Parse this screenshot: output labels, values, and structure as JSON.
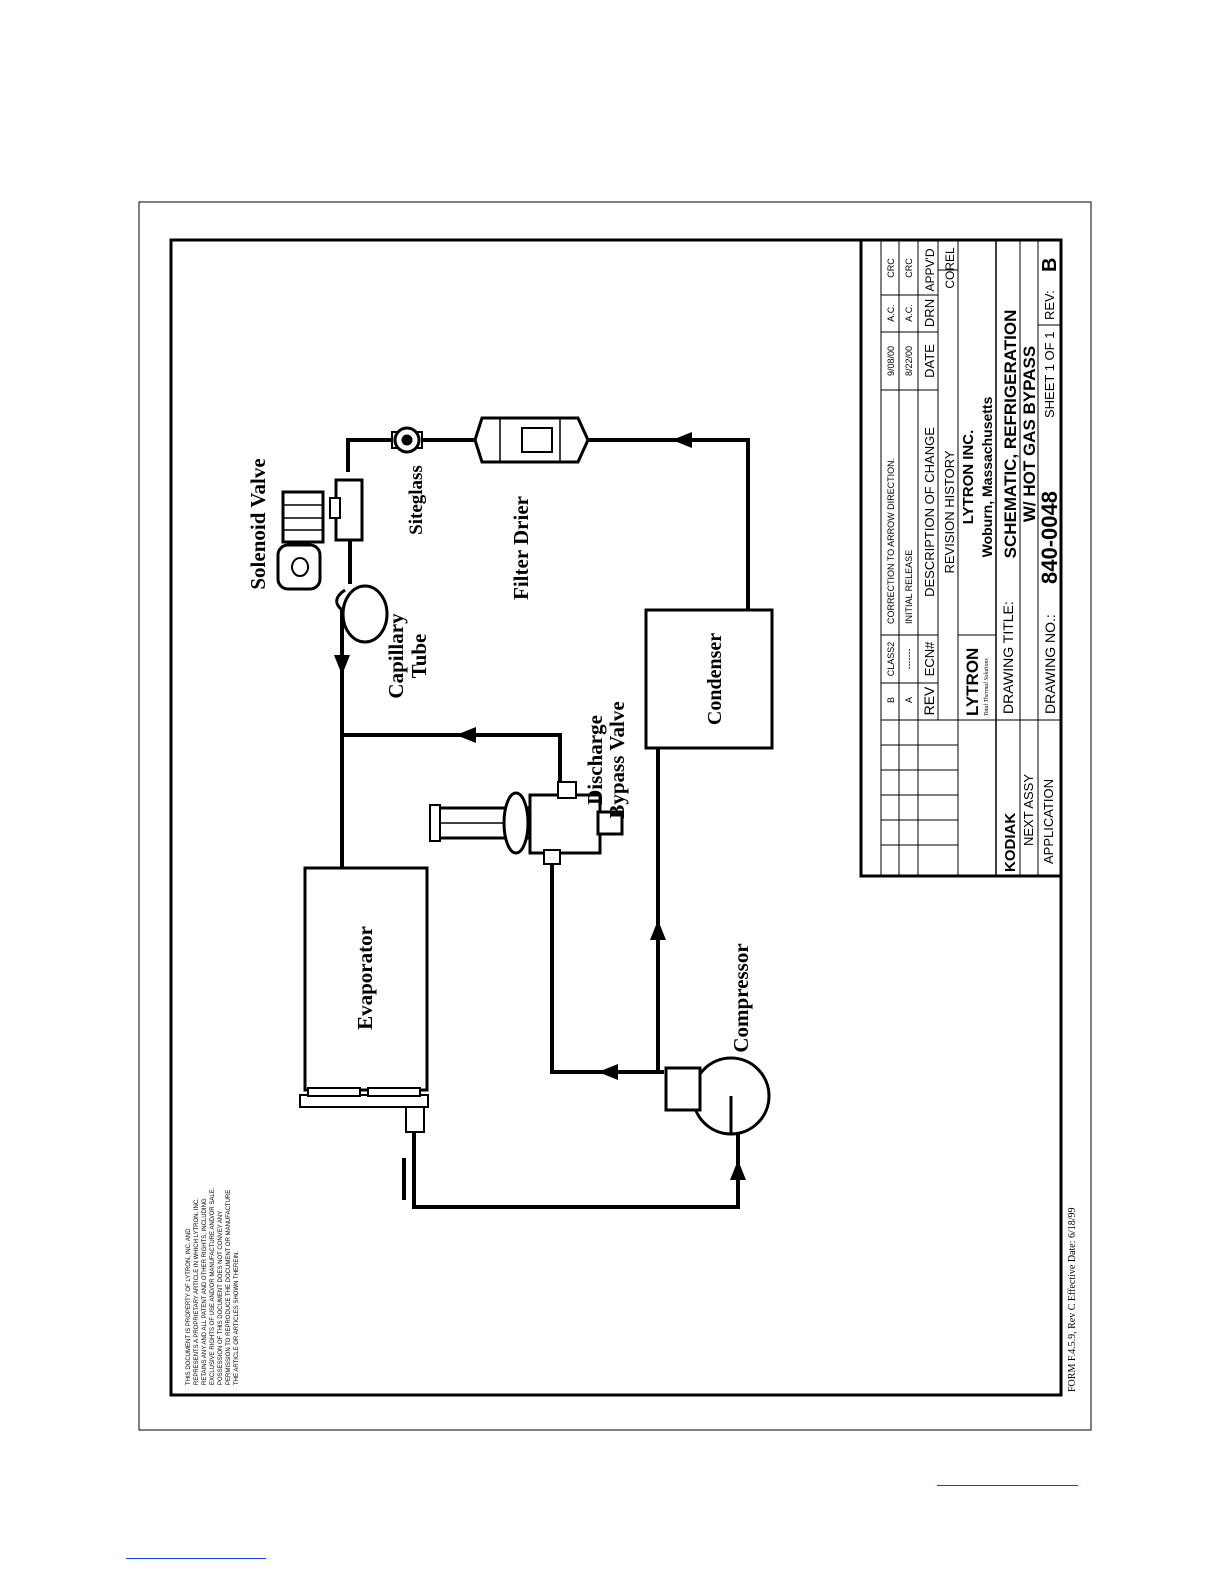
{
  "diagram": {
    "components": {
      "solenoid_valve": "Solenoid Valve",
      "siteglass": "Siteglass",
      "filter_drier": "Filter Drier",
      "capillary_tube": [
        "Capillary",
        "Tube"
      ],
      "discharge_bypass_valve": [
        "Discharge",
        "Bypass Valve"
      ],
      "condenser": "Condenser",
      "evaporator": "Evaporator",
      "compressor": "Compressor"
    },
    "notice_lines": [
      "THIS DOCUMENT IS PROPERTY OF LYTRON, INC. AND",
      "REPRESENTS A PROPRIETARY ARTICLE IN WHICH LYTRON, INC.",
      "RETAINS ANY AND ALL PATENT AND OTHER RIGHTS, INCLUDING",
      "EXCLUSIVE RIGHTS OF USE AND/OR MANUFACTURE AND/OR SALE.",
      "POSSESSION OF THIS DOCUMENT DOES NOT CONVEY ANY",
      "PERMISSION TO REPRODUCE THE DOCUMENT OR MANUFACTURE",
      "THE ARTICLE OR ARTICLES SHOWN THEREIN."
    ],
    "form_note": "FORM F.4.5.9, Rev C Effective Date: 6/18/99"
  },
  "title_block": {
    "revisions": [
      {
        "rev": "B",
        "ecn": "CLASS2",
        "description": "CORRECTION TO ARROW DIRECTION.",
        "date": "9/08/00",
        "drn": "A.C.",
        "appvd": "CRC"
      },
      {
        "rev": "A",
        "ecn": "-------",
        "description": "INITIAL RELEASE",
        "date": "8/22/00",
        "drn": "A.C.",
        "appvd": "CRC"
      }
    ],
    "headers": {
      "rev": "REV",
      "ecn": "ECN#",
      "description": "DESCRIPTION OF CHANGE",
      "date": "DATE",
      "drn": "DRN",
      "appvd": "APPV'D"
    },
    "revision_history": "REVISION HISTORY",
    "corel": "COREL",
    "logo": {
      "name": "LYTRON",
      "tagline": "Total Thermal Solutions"
    },
    "company": "LYTRON INC.",
    "location": "Woburn, Massachusetts",
    "drawing_title_label": "DRAWING TITLE:",
    "drawing_title": [
      "SCHEMATIC, REFRIGERATION",
      "W/ HOT GAS BYPASS"
    ],
    "drawing_no_label": "DRAWING NO.:",
    "drawing_no": "840-0048",
    "sheet": "SHEET 1 OF 1",
    "rev_label": "REV:",
    "rev_value": "B",
    "project": "KODIAK",
    "next_assy": "NEXT ASSY",
    "application": "APPLICATION"
  },
  "colors": {
    "link": "#1a3cff",
    "line": "#000000"
  }
}
